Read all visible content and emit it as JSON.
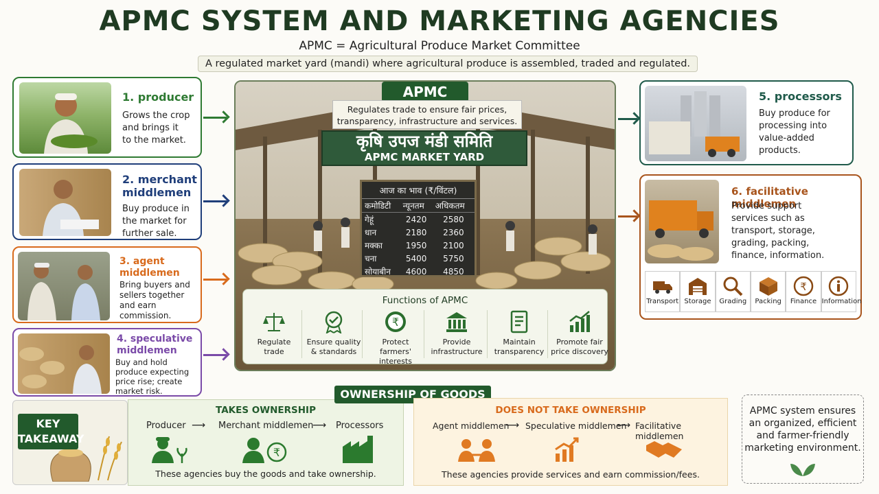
{
  "header": {
    "title": "APMC SYSTEM AND MARKETING AGENCIES",
    "subtitle": "APMC = Agricultural Produce Market Committee",
    "definition": "A regulated market yard (mandi) where agricultural produce is assembled, traded and regulated."
  },
  "left_cards": [
    {
      "title": "1. producer",
      "desc": [
        "Grows the crop",
        "and brings it",
        "to the market."
      ],
      "color": "#2e7a32"
    },
    {
      "title": "2. merchant middlemen",
      "desc": [
        "Buy produce in",
        "the market for",
        "further sale."
      ],
      "color": "#1f3e7a"
    },
    {
      "title": "3. agent middlemen",
      "desc": [
        "Bring buyers and",
        "sellers together",
        "and earn",
        "commission."
      ],
      "color": "#d86a1c"
    },
    {
      "title": "4. speculative middlemen",
      "desc": [
        "Buy and hold",
        "produce expecting",
        "price rise; create",
        "market risk."
      ],
      "color": "#7a4aa8"
    }
  ],
  "right_cards": [
    {
      "title": "5. processors",
      "desc": [
        "Buy produce for",
        "processing into",
        "value-added",
        "products."
      ],
      "color": "#1f5a4a"
    },
    {
      "title": "6. facilitative middlemen",
      "desc": [
        "Provide support",
        "services such as",
        "transport, storage,",
        "grading, packing,",
        "finance, information."
      ],
      "color": "#a8541c"
    }
  ],
  "center": {
    "apmc_label": "APMC",
    "apmc_info": [
      "Regulates trade to ensure fair prices,",
      "transparency, infrastructure and services."
    ],
    "sign_hindi": "कृषि उपज मंडी समिति",
    "sign_english": "APMC MARKET YARD",
    "board": {
      "title": "आज का भाव (₹/विंटल)",
      "headers": [
        "कमोडिटी",
        "न्यूनतम",
        "अधिकतम"
      ],
      "rows": [
        [
          "गेहूं",
          "2420",
          "2580"
        ],
        [
          "धान",
          "2180",
          "2360"
        ],
        [
          "मक्का",
          "1950",
          "2100"
        ],
        [
          "चना",
          "5400",
          "5750"
        ],
        [
          "सोयाबीन",
          "4600",
          "4850"
        ]
      ]
    },
    "functions_title": "Functions of APMC",
    "functions": [
      {
        "label": [
          "Regulate",
          "trade"
        ],
        "icon": "scales-icon"
      },
      {
        "label": [
          "Ensure quality",
          "& standards"
        ],
        "icon": "quality-badge-icon"
      },
      {
        "label": [
          "Protect farmers'",
          "interests"
        ],
        "icon": "rupee-shield-icon"
      },
      {
        "label": [
          "Provide",
          "infrastructure"
        ],
        "icon": "building-icon"
      },
      {
        "label": [
          "Maintain",
          "transparency"
        ],
        "icon": "document-icon"
      },
      {
        "label": [
          "Promote fair",
          "price discovery"
        ],
        "icon": "chart-up-icon"
      }
    ]
  },
  "services": [
    {
      "label": "Transport",
      "icon": "truck-icon"
    },
    {
      "label": "Storage",
      "icon": "warehouse-icon"
    },
    {
      "label": "Grading",
      "icon": "magnifier-icon"
    },
    {
      "label": "Packing",
      "icon": "box-icon"
    },
    {
      "label": "Finance",
      "icon": "rupee-icon"
    },
    {
      "label": "Information",
      "icon": "info-icon"
    }
  ],
  "ownership": {
    "title": "OWNERSHIP OF GOODS",
    "key_takeaway": [
      "KEY",
      "TAKEAWAY"
    ],
    "takes": {
      "title": "TAKES OWNERSHIP",
      "flow": [
        "Producer",
        "Merchant middlemen",
        "Processors"
      ],
      "note": "These agencies buy the goods and take ownership."
    },
    "does_not": {
      "title": "DOES NOT TAKE OWNERSHIP",
      "flow": [
        "Agent middlemen",
        "Speculative middlemen",
        "Facilitative middlemen"
      ],
      "note": "These agencies provide services and earn commission/fees."
    },
    "arrow_glyph": "⟶",
    "summary": [
      "APMC system ensures",
      "an organized, efficient",
      "and farmer-friendly",
      "marketing environment."
    ]
  }
}
